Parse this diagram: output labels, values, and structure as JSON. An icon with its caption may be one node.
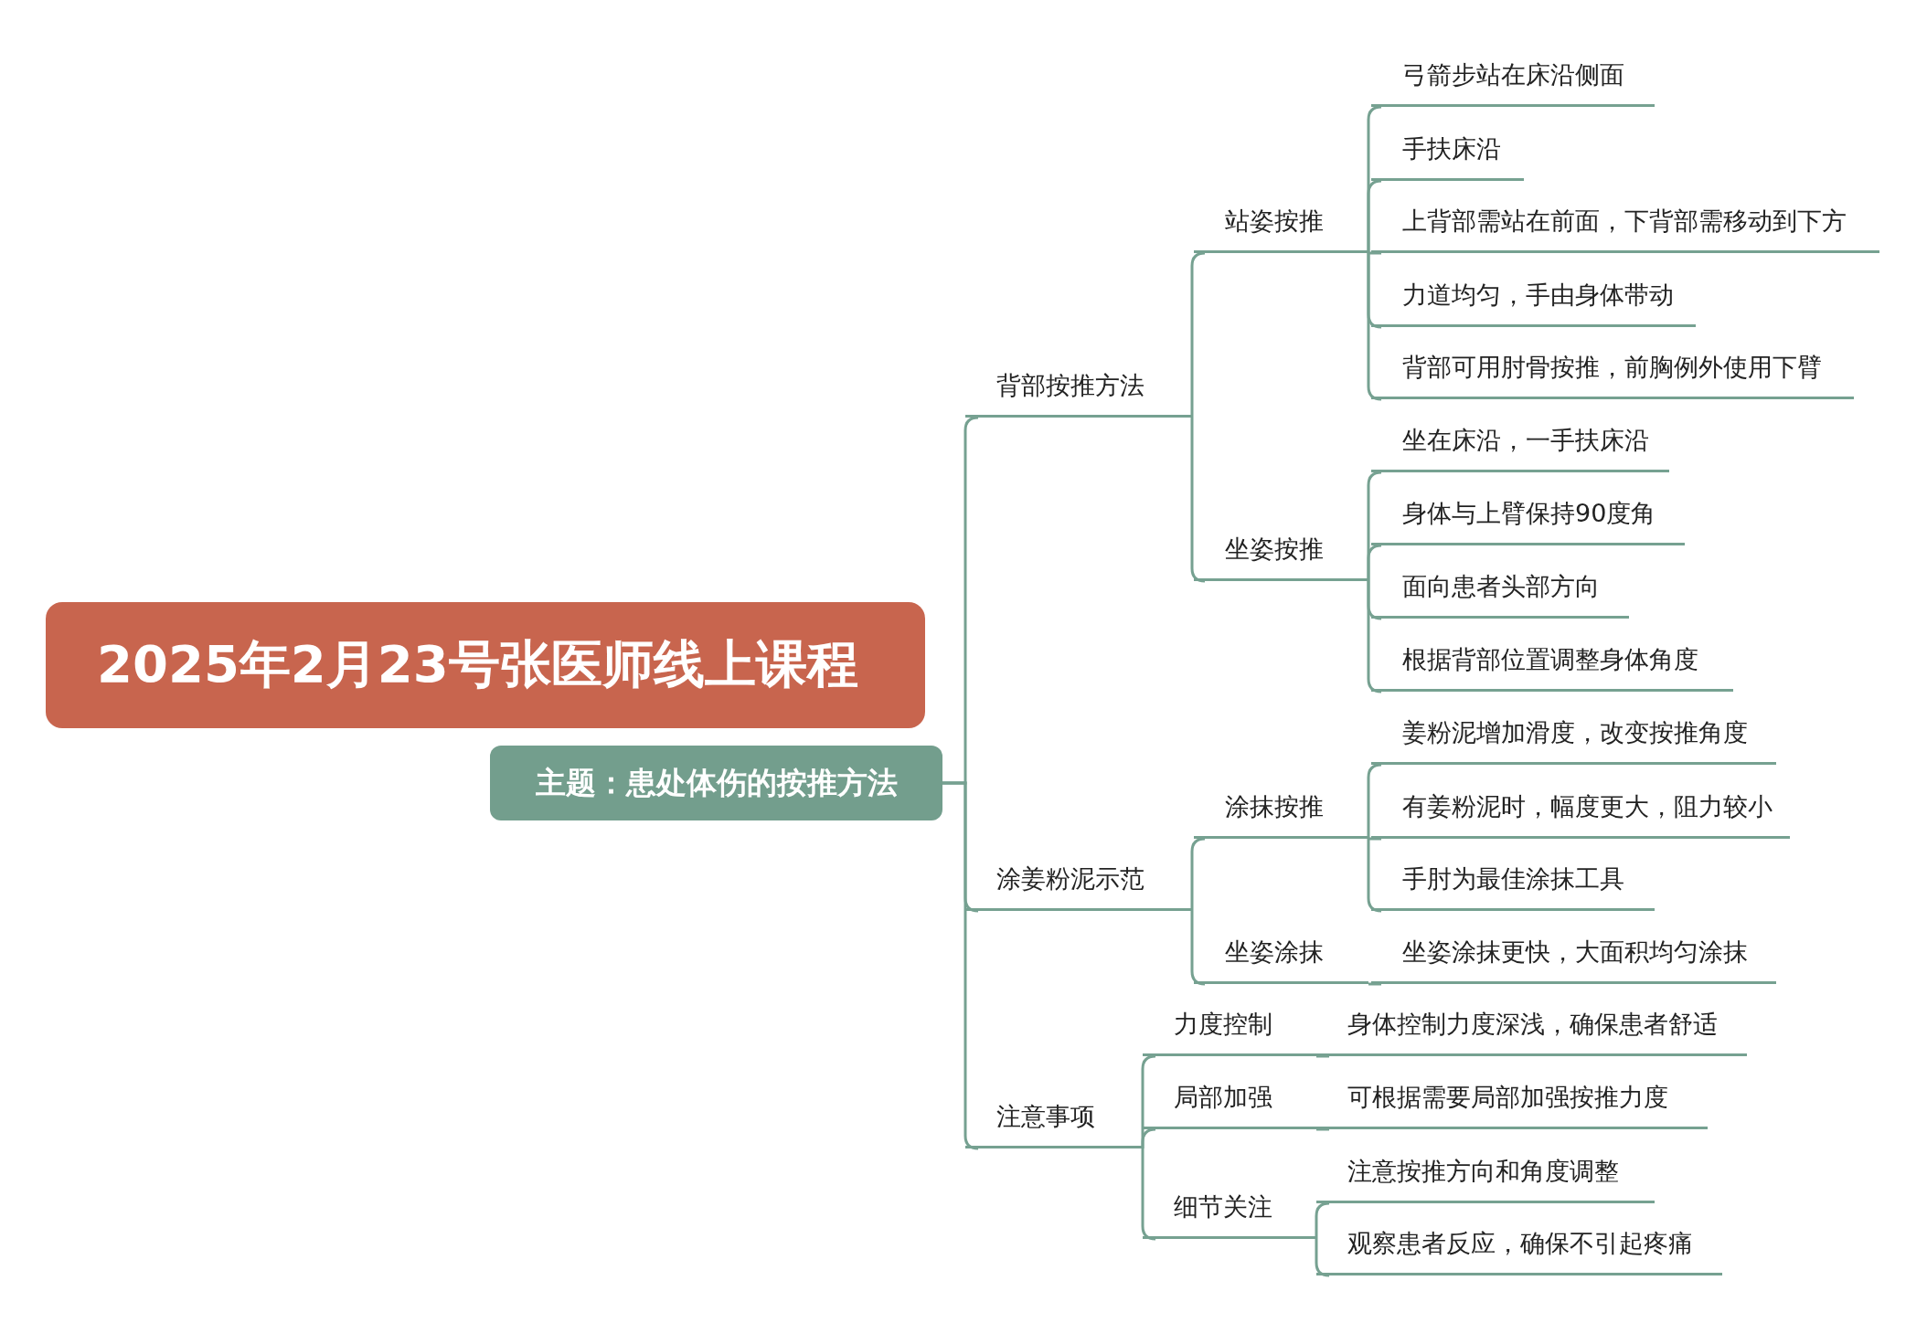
{
  "diagram": {
    "title": "2025年2月23号张医师线上课程",
    "nodes": [
      {
        "text": [
          "主题：患处体伤的按推方法"
        ]
      },
      {
        "text": [
          "背部按推方法"
        ]
      },
      {
        "text": [
          "站姿按推"
        ]
      },
      {
        "text": [
          "弓箭步站在床沿侧面"
        ]
      },
      {
        "text": [
          "手扶床沿"
        ]
      },
      {
        "text": [
          "上背部需站在前面，下背部需移动到下方"
        ]
      },
      {
        "text": [
          "力道均匀，手由身体带动"
        ]
      },
      {
        "text": [
          "背部可用肘骨按推，前胸例外使用下臂"
        ]
      },
      {
        "text": [
          "坐姿按推"
        ]
      },
      {
        "text": [
          "坐在床沿，一手扶床沿"
        ]
      },
      {
        "text": [
          "身体与上臂保持90度角"
        ]
      },
      {
        "text": [
          "面向患者头部方向"
        ]
      },
      {
        "text": [
          "根据背部位置调整身体角度"
        ]
      },
      {
        "text": [
          "涂姜粉泥示范"
        ]
      },
      {
        "text": [
          "涂抹按推"
        ]
      },
      {
        "text": [
          "姜粉泥增加滑度，改变按推角度"
        ]
      },
      {
        "text": [
          "有姜粉泥时，幅度更大，阻力较小"
        ]
      },
      {
        "text": [
          "手肘为最佳涂抹工具"
        ]
      },
      {
        "text": [
          "坐姿涂抹"
        ]
      },
      {
        "text": [
          "坐姿涂抹更快，大面积均匀涂抹"
        ]
      },
      {
        "text": [
          "注意事项"
        ]
      },
      {
        "text": [
          "力度控制"
        ]
      },
      {
        "text": [
          "身体控制力度深浅，确保患者舒适"
        ]
      },
      {
        "text": [
          "局部加强"
        ]
      },
      {
        "text": [
          "可根据需要局部加强按推力度"
        ]
      },
      {
        "text": [
          "细节关注"
        ]
      },
      {
        "text": [
          "注意按推方向和角度调整"
        ]
      },
      {
        "text": [
          "观察患者反应，确保不引起疼痛"
        ]
      }
    ],
    "edges": [
      {
        "from": 0,
        "to": 1,
        "arrow": "none"
      },
      {
        "from": 1,
        "to": 2,
        "arrow": "none"
      },
      {
        "from": 2,
        "to": 3,
        "arrow": "none"
      },
      {
        "from": 2,
        "to": 4,
        "arrow": "none"
      },
      {
        "from": 2,
        "to": 5,
        "arrow": "none"
      },
      {
        "from": 2,
        "to": 6,
        "arrow": "none"
      },
      {
        "from": 2,
        "to": 7,
        "arrow": "none"
      },
      {
        "from": 1,
        "to": 8,
        "arrow": "none"
      },
      {
        "from": 8,
        "to": 9,
        "arrow": "none"
      },
      {
        "from": 8,
        "to": 10,
        "arrow": "none"
      },
      {
        "from": 8,
        "to": 11,
        "arrow": "none"
      },
      {
        "from": 8,
        "to": 12,
        "arrow": "none"
      },
      {
        "from": 0,
        "to": 13,
        "arrow": "none"
      },
      {
        "from": 13,
        "to": 14,
        "arrow": "none"
      },
      {
        "from": 14,
        "to": 15,
        "arrow": "none"
      },
      {
        "from": 14,
        "to": 16,
        "arrow": "none"
      },
      {
        "from": 14,
        "to": 17,
        "arrow": "none"
      },
      {
        "from": 13,
        "to": 18,
        "arrow": "none"
      },
      {
        "from": 18,
        "to": 19,
        "arrow": "none"
      },
      {
        "from": 0,
        "to": 20,
        "arrow": "none"
      },
      {
        "from": 20,
        "to": 21,
        "arrow": "none"
      },
      {
        "from": 21,
        "to": 22,
        "arrow": "none"
      },
      {
        "from": 20,
        "to": 23,
        "arrow": "none"
      },
      {
        "from": 23,
        "to": 24,
        "arrow": "none"
      },
      {
        "from": 20,
        "to": 25,
        "arrow": "none"
      },
      {
        "from": 25,
        "to": 26,
        "arrow": "none"
      },
      {
        "from": 25,
        "to": 27,
        "arrow": "none"
      }
    ]
  }
}
